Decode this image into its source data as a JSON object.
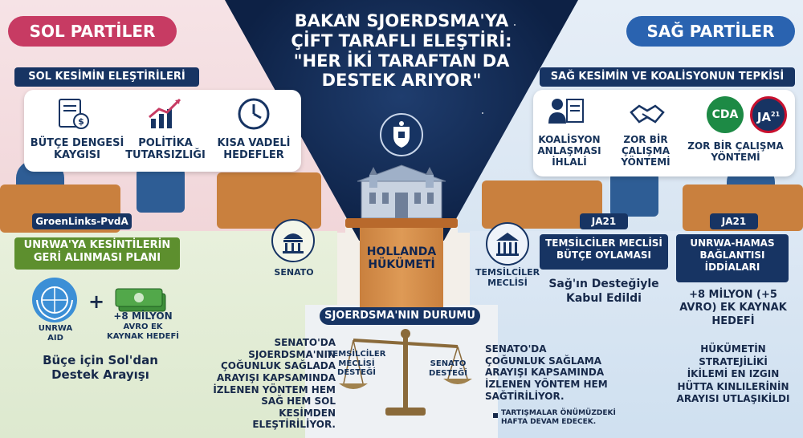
{
  "title": "BAKAN SJOERDSMA'YA\nÇİFT TARAFLI ELEŞTİRİ:\n\"HER İKİ TARAFTAN DA\nDESTEK ARIYOR\"",
  "left": {
    "badge": "SOL PARTİLER",
    "section_title": "SOL KESİMİN ELEŞTİRİLERİ",
    "items": [
      {
        "label": "BÜTÇE DENGESİ\nKAYGISI"
      },
      {
        "label": "POLİTİKA\nTUTARSIZLIĞI"
      },
      {
        "label": "KISA VADELİ\nHEDEFLER"
      }
    ],
    "party_tag": "GroenLinks-PvdA",
    "unrwa_box": {
      "title": "UNRWA'YA KESİNTİLERİN\nGERİ ALINMASI PLANI",
      "unrwa_label": "UNRWA\nAID",
      "plus": "+",
      "amount": "+8 MİLYON",
      "amount_sub": "AVRO EK\nKAYNAK HEDEFİ",
      "caption": "Büçe için Sol'dan\nDestek Arayışı"
    }
  },
  "right": {
    "badge": "SAĞ PARTİLER",
    "section_title": "SAĞ KESİMİN VE KOALİSYONUN TEPKİSİ",
    "items": [
      {
        "label": "KOALİSYON\nANLAŞMASI\nİHLALİ"
      },
      {
        "label": "ZOR BİR\nÇALIŞMA\nYÖNTEMİ"
      },
      {
        "label": "ZOR BİR ÇALIŞMA\nYÖNTEMİ"
      }
    ],
    "logo_cda": "CDA",
    "logo_ja": "JA",
    "logo_ja_sup": "21",
    "party_tag_1": "JA21",
    "party_tag_2": "JA21",
    "budget_tag": "TEMSİLCİLER MECLİSİ\nBÜTÇE OYLAMASI",
    "budget_caption": "Sağ'ın Desteğiyle\nKabul Edildi",
    "hamas_tag": "UNRWA-HAMAS\nBAĞLANTISI\nİDDİALARI",
    "hamas_text": "+8 MİLYON (+5\nAVRO) EK KAYNAK\nHEDEFİ",
    "hamas_text2": "HÜKÜMETİN\nSTRATEJİLİKİ\nİKİLEMİ EN IZGIN\nHÜTTA KINLILERİNİN\nARAYISI UTLAŞIKİLDI"
  },
  "center": {
    "government": "HOLLANDA\nHÜKÜMETİ",
    "senate": "SENATO",
    "house": "TEMSİLCİLER\nMECLİSİ",
    "status_title": "SJOERDSMA'NIN DURUMU",
    "left_text": "SENATO'DA\nSJOERDSMA'NIN\nÇOĞUNLUK SAĞLADA\nARAYIŞI KAPSAMINDA\nİZLENEN YÖNTEM HEM\nSAĞ HEM SOL KESİMDEN\nELEŞTİRİLİYOR.",
    "right_text": "SENATO'DA\nÇOĞUNLUK SAĞLAMA\nARAYIŞI KAPSAMINDA\nİZLENEN YÖNTEM HEM\nSAĞTİRİLİYOR.",
    "scale_left": "TEMSİLCİLER\nMECLİSİ\nDESTEĞİ",
    "scale_right": "SENATO\nDESTEĞİ",
    "footnote": "TARTIŞMALAR ÖNÜMÜZDEKİ\nHAFTA DEVAM EDECEK."
  },
  "colors": {
    "navy": "#173463",
    "left_pink": "#c73b63",
    "right_blue": "#2a63b0",
    "bench": "#c9803e",
    "cda_green": "#1d8a45",
    "ja_red": "#c8102e"
  }
}
